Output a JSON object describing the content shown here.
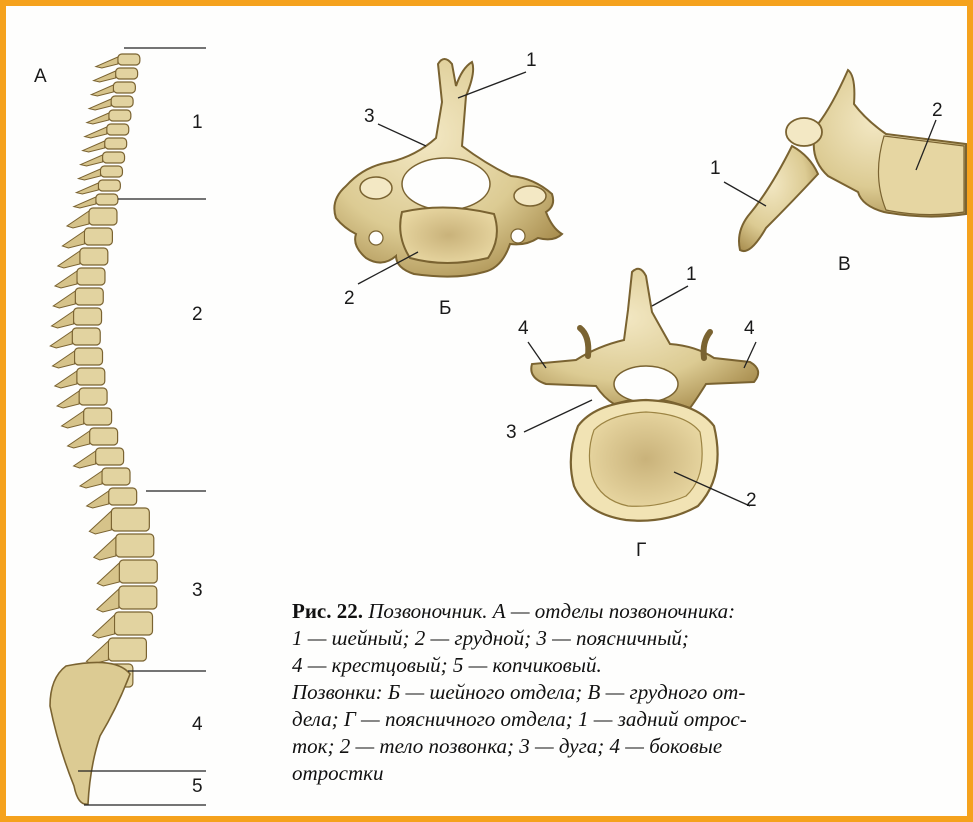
{
  "figure": {
    "panel_labels": {
      "a": "А",
      "b": "Б",
      "v": "В",
      "g": "Г"
    },
    "spine_section_numbers": [
      "1",
      "2",
      "3",
      "4",
      "5"
    ],
    "cervical_callouts": [
      "1",
      "3",
      "2"
    ],
    "thoracic_callouts": [
      "1",
      "2"
    ],
    "lumbar_callouts": [
      "1",
      "4",
      "4",
      "3",
      "2"
    ]
  },
  "caption": {
    "fig_ref": "Рис. 22.",
    "lines": [
      " Позвоночник. А — отделы позвоночника:",
      "1 — шейный; 2 — грудной; 3 — поясничный;",
      "4 — крестцовый; 5 — копчиковый.",
      "Позвонки: Б — шейного отдела; В — грудного от-",
      "дела; Г — поясничного отдела; 1 — задний отрос-",
      "ток; 2 — тело позвонка; 3 — дуга; 4 — боковые",
      "отростки"
    ]
  },
  "colors": {
    "frame": "#f5a21d",
    "bone": "#e2d3a0",
    "bone_shadow": "#a88d4e"
  }
}
